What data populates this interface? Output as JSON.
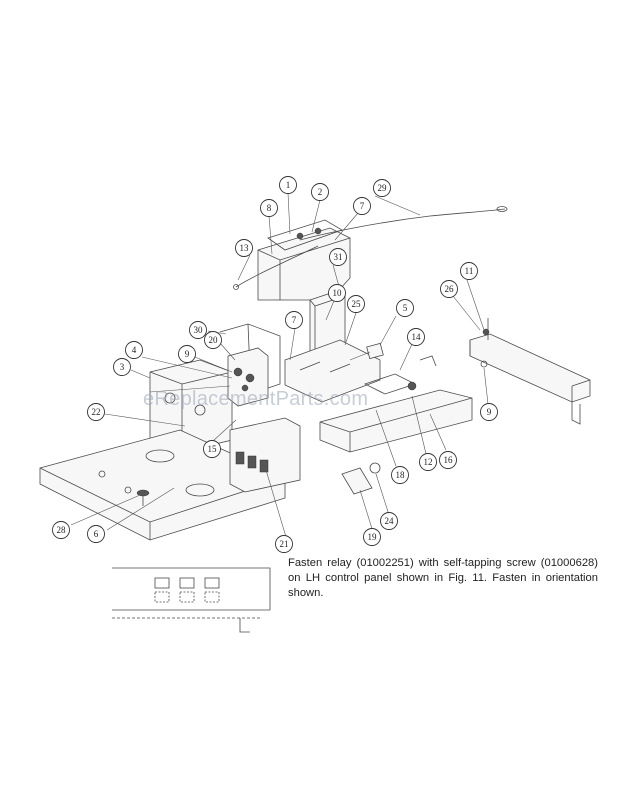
{
  "note": "Fasten relay (01002251) with self-tapping screw (01000628) on LH control panel shown in Fig. 11. Fasten in orientation shown.",
  "watermark": "eReplacementParts.com",
  "callouts": {
    "c1": "1",
    "c2": "2",
    "c3": "3",
    "c4": "4",
    "c5": "5",
    "c6": "6",
    "c7a": "7",
    "c7b": "7",
    "c8": "8",
    "c9a": "9",
    "c9b": "9",
    "c10": "10",
    "c11": "11",
    "c12": "12",
    "c13": "13",
    "c14": "14",
    "c15": "15",
    "c16": "16",
    "c18": "18",
    "c19": "19",
    "c20": "20",
    "c21": "21",
    "c22": "22",
    "c24": "24",
    "c25": "25",
    "c26": "26",
    "c28": "28",
    "c29": "29",
    "c30": "30",
    "c31": "31"
  }
}
